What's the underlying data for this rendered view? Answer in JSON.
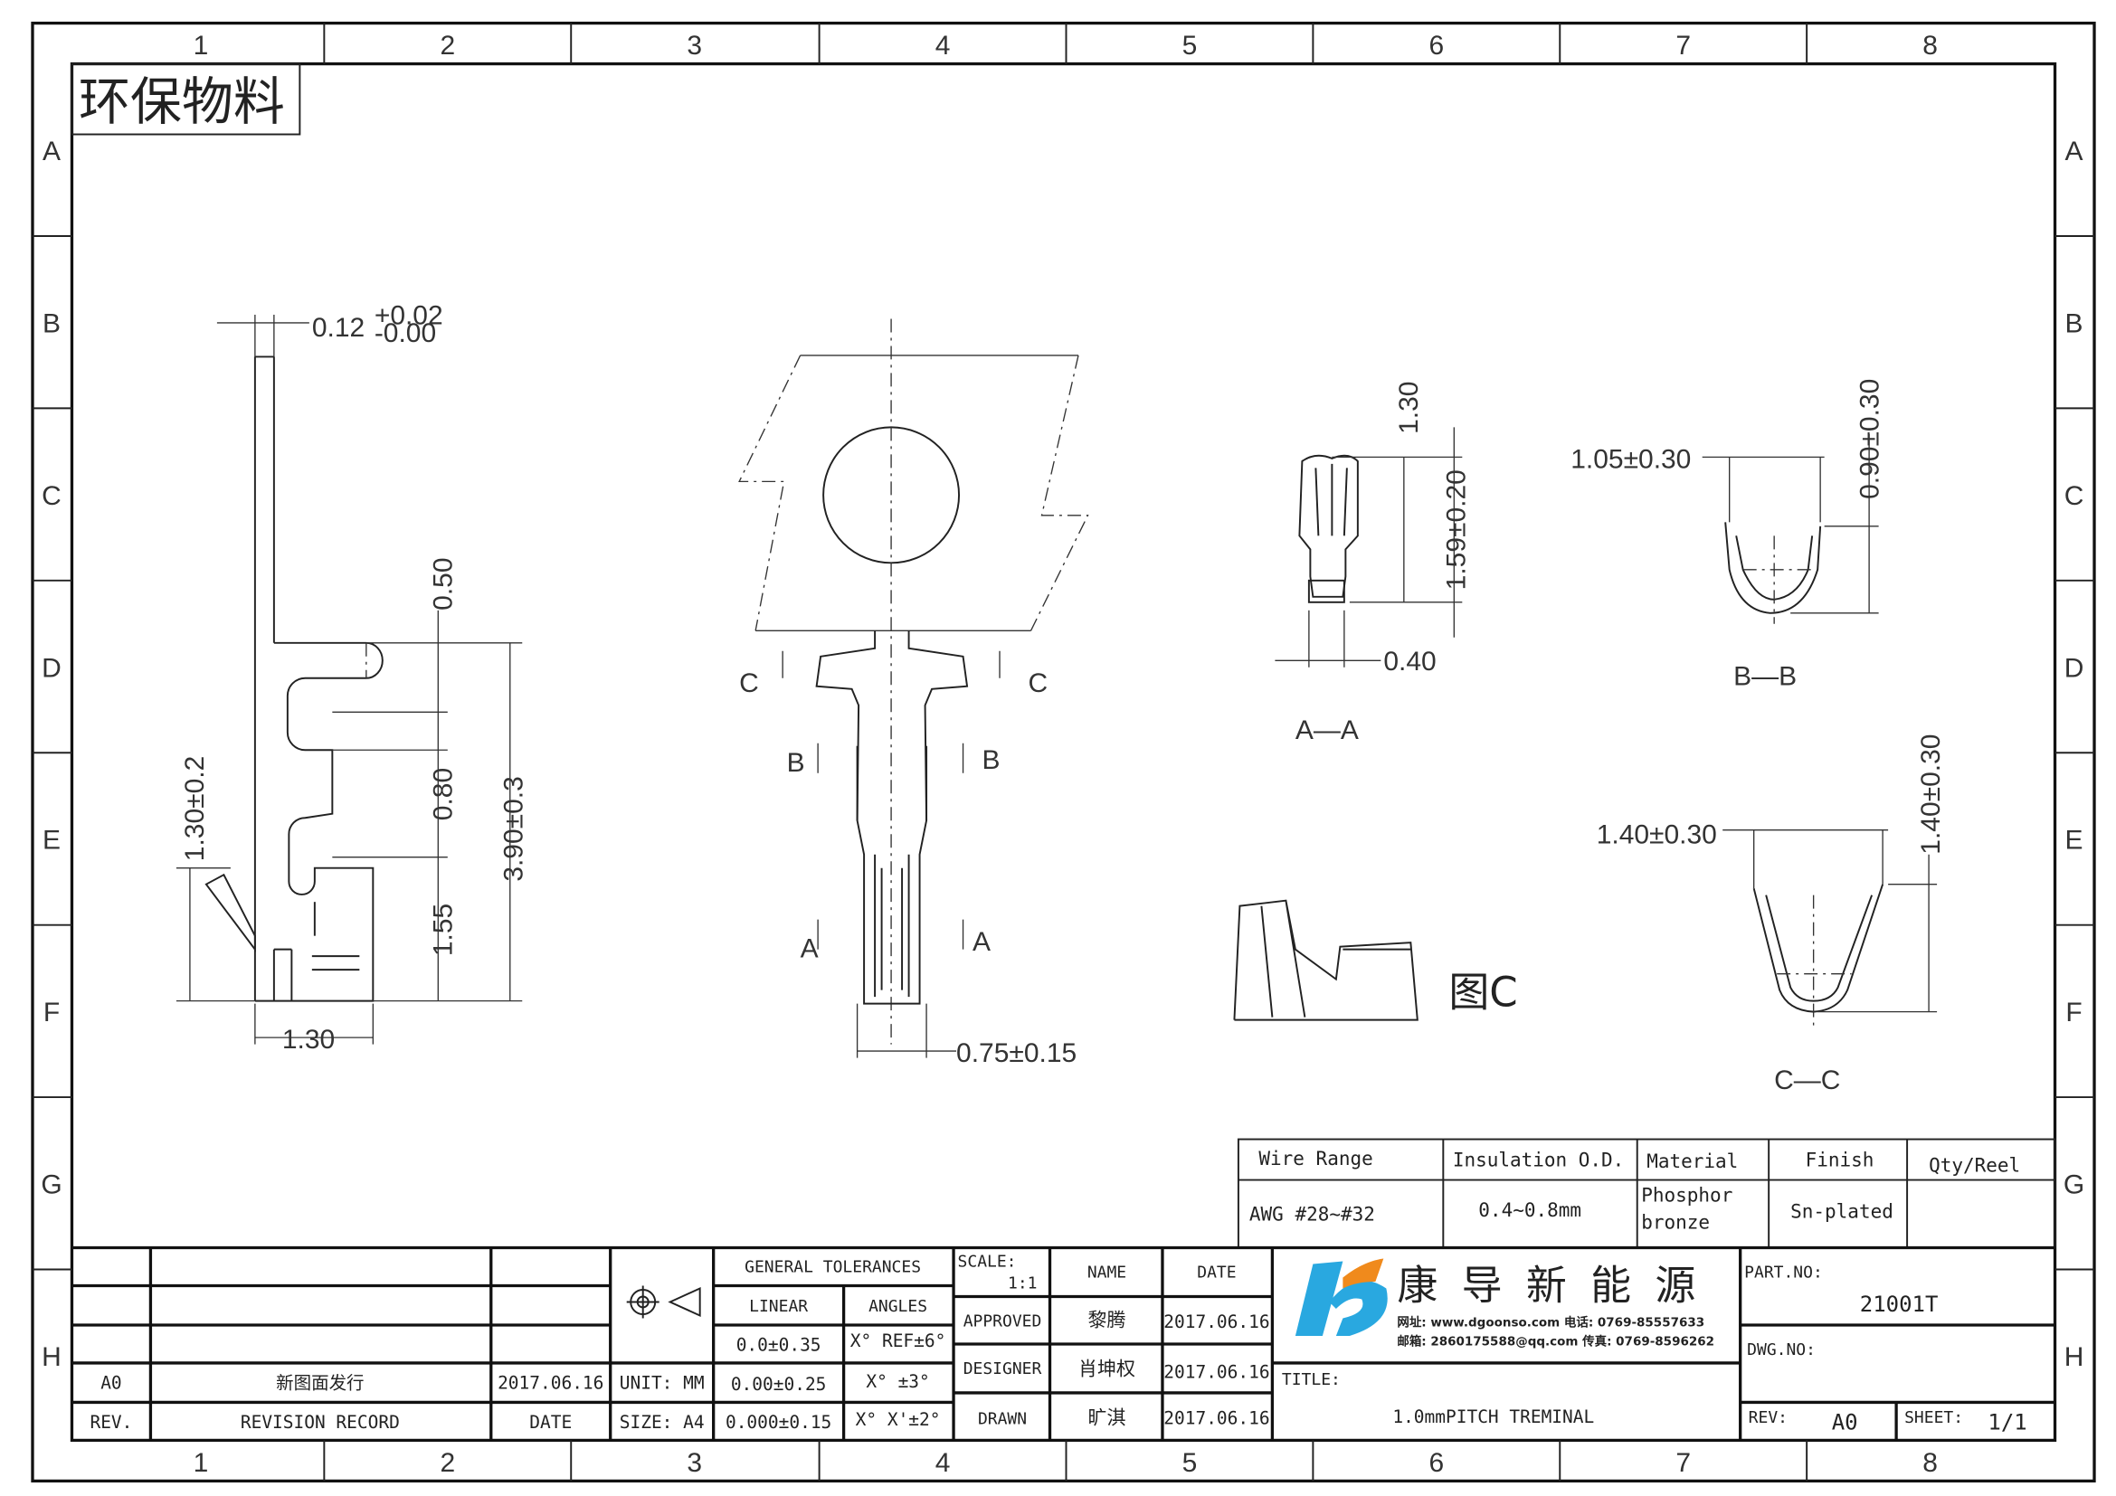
{
  "stamp": "环保物料",
  "zone_columns": [
    "1",
    "2",
    "3",
    "4",
    "5",
    "6",
    "7",
    "8"
  ],
  "zone_rows": [
    "A",
    "B",
    "C",
    "D",
    "E",
    "F",
    "G",
    "H"
  ],
  "dimensions": {
    "thickness": "0.12",
    "thickness_tol_upper": "+0.02",
    "thickness_tol_lower": "-0.00",
    "d050": "0.50",
    "d080": "0.80",
    "d155": "1.55",
    "d390": "3.90±0.3",
    "d130v": "1.30±0.2",
    "d130h": "1.30",
    "d075": "0.75±0.15",
    "aa_130": "1.30",
    "aa_159": "1.59±0.20",
    "aa_040": "0.40",
    "bb_105": "1.05±0.30",
    "bb_090": "0.90±0.30",
    "cc_140w": "1.40±0.30",
    "cc_140h": "1.40±0.30"
  },
  "section_marks": {
    "c": "C",
    "b": "B",
    "a": "A"
  },
  "views": {
    "aa": "A—A",
    "bb": "B—B",
    "cc": "C—C",
    "fig_c": "图C"
  },
  "spec_table": {
    "headers": [
      "Wire Range",
      "Insulation O.D.",
      "Material",
      "Finish",
      "Qty/Reel"
    ],
    "values": [
      "AWG #28~#32",
      "0.4~0.8mm",
      "Phosphor bronze",
      "Sn-plated",
      ""
    ]
  },
  "title_block": {
    "revision": {
      "rev": "A0",
      "record": "新图面发行",
      "date": "2017.06.16"
    },
    "rev_headers": {
      "rev": "REV.",
      "record": "REVISION RECORD",
      "date": "DATE"
    },
    "unit": "UNIT: MM",
    "size": "SIZE: A4",
    "general_tolerances": "GENERAL TOLERANCES",
    "linear": "LINEAR",
    "angles": "ANGLES",
    "lin_values": [
      "0.0±0.35",
      "0.00±0.25",
      "0.000±0.15"
    ],
    "ang_values": [
      "X° REF±6°",
      "X° ±3°",
      "X° X'±2°"
    ],
    "scale_label": "SCALE:",
    "scale_value": "1:1",
    "name_header": "NAME",
    "date_header": "DATE",
    "approved": {
      "label": "APPROVED",
      "name": "黎腾",
      "date": "2017.06.16"
    },
    "designer": {
      "label": "DESIGNER",
      "name": "肖坤权",
      "date": "2017.06.16"
    },
    "drawn": {
      "label": "DRAWN",
      "name": "旷淇",
      "date": "2017.06.16"
    },
    "company": "康 导 新 能 源",
    "company_line1": "网址: www.dgoonso.com   电话: 0769-85557633",
    "company_line2": "邮箱: 2860175588@qq.com 传真: 0769-8596262",
    "title_label": "TITLE:",
    "title": "1.0mmPITCH TREMINAL",
    "part_no_label": "PART.NO:",
    "part_no": "21001T",
    "dwg_no_label": "DWG.NO:",
    "rev_label": "REV:",
    "rev_value": "A0",
    "sheet_label": "SHEET:",
    "sheet_value": "1/1"
  },
  "colors": {
    "logo_blue": "#29a8e0",
    "logo_orange": "#f08a1c"
  }
}
